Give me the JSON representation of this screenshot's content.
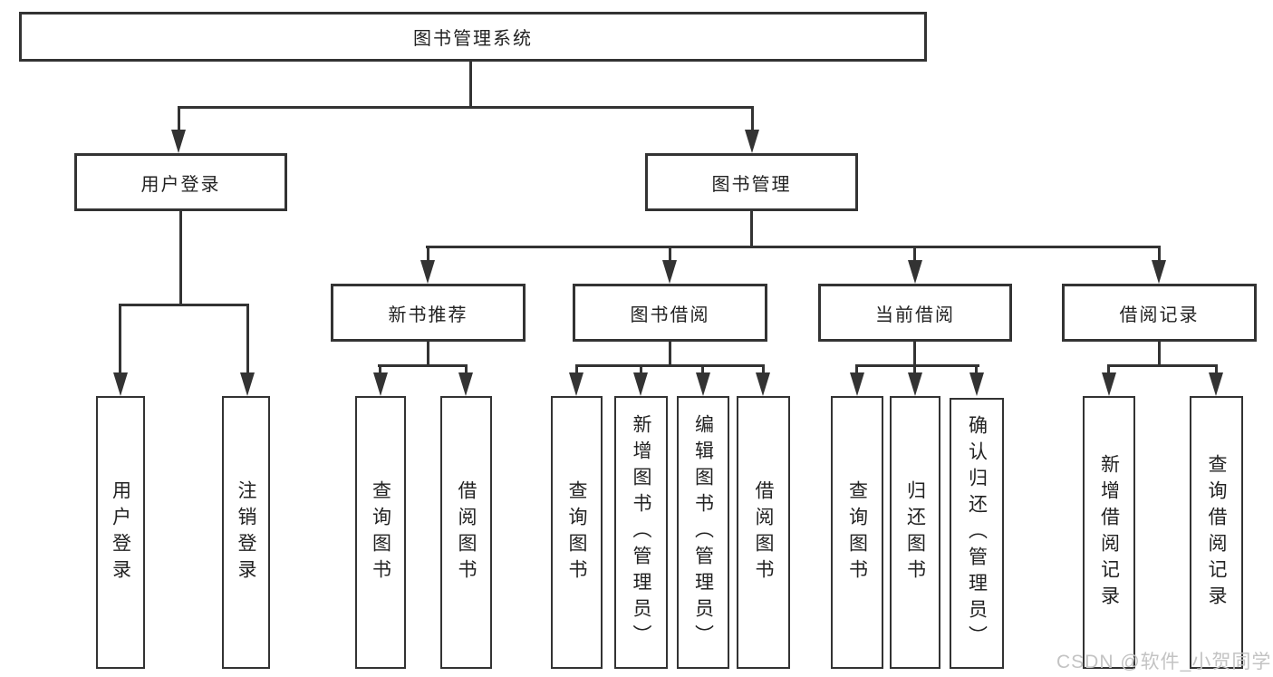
{
  "colors": {
    "line": "#333333",
    "box_border": "#333333",
    "text": "#222222",
    "watermark": "#c3c3c3",
    "background": "#ffffff"
  },
  "tree": {
    "root": {
      "label": "图书管理系统"
    },
    "branches": [
      {
        "label": "用户登录",
        "children": [
          "用户登录",
          "注销登录"
        ]
      },
      {
        "label": "图书管理",
        "children": [
          {
            "label": "新书推荐",
            "children": [
              "查询图书",
              "借阅图书"
            ]
          },
          {
            "label": "图书借阅",
            "children": [
              "查询图书",
              "新增图书（管理员）",
              "编辑图书（管理员）",
              "借阅图书"
            ]
          },
          {
            "label": "当前借阅",
            "children": [
              "查询图书",
              "归还图书",
              "确认归还（管理员）"
            ]
          },
          {
            "label": "借阅记录",
            "children": [
              "新增借阅记录",
              "查询借阅记录"
            ]
          }
        ]
      }
    ]
  },
  "watermark": "CSDN @软件_小贺同学"
}
